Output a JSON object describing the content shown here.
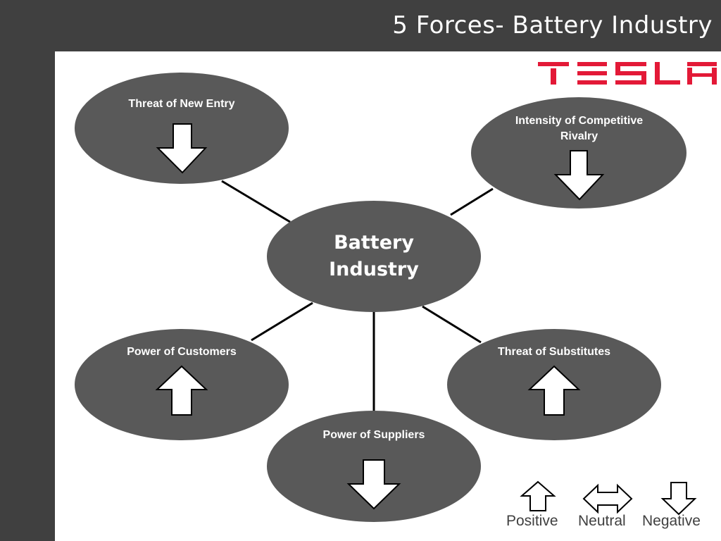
{
  "slide": {
    "title": "5 Forces- Battery Industry",
    "logo_text": "TESLA",
    "brand_color": "#E31937",
    "header_color": "#404040",
    "node_color": "#595959"
  },
  "diagram": {
    "center": {
      "label_line1": "Battery",
      "label_line2": "Industry"
    },
    "forces": [
      {
        "label_line1": "Threat of New Entry",
        "label_line2": "",
        "arrow": "negative"
      },
      {
        "label_line1": "Intensity of Competitive",
        "label_line2": "Rivalry",
        "arrow": "negative"
      },
      {
        "label_line1": "Power of Customers",
        "label_line2": "",
        "arrow": "positive"
      },
      {
        "label_line1": "Power of Suppliers",
        "label_line2": "",
        "arrow": "negative"
      },
      {
        "label_line1": "Threat of Substitutes",
        "label_line2": "",
        "arrow": "positive"
      }
    ]
  },
  "legend": {
    "positive": "Positive",
    "neutral": "Neutral",
    "negative": "Negative"
  }
}
